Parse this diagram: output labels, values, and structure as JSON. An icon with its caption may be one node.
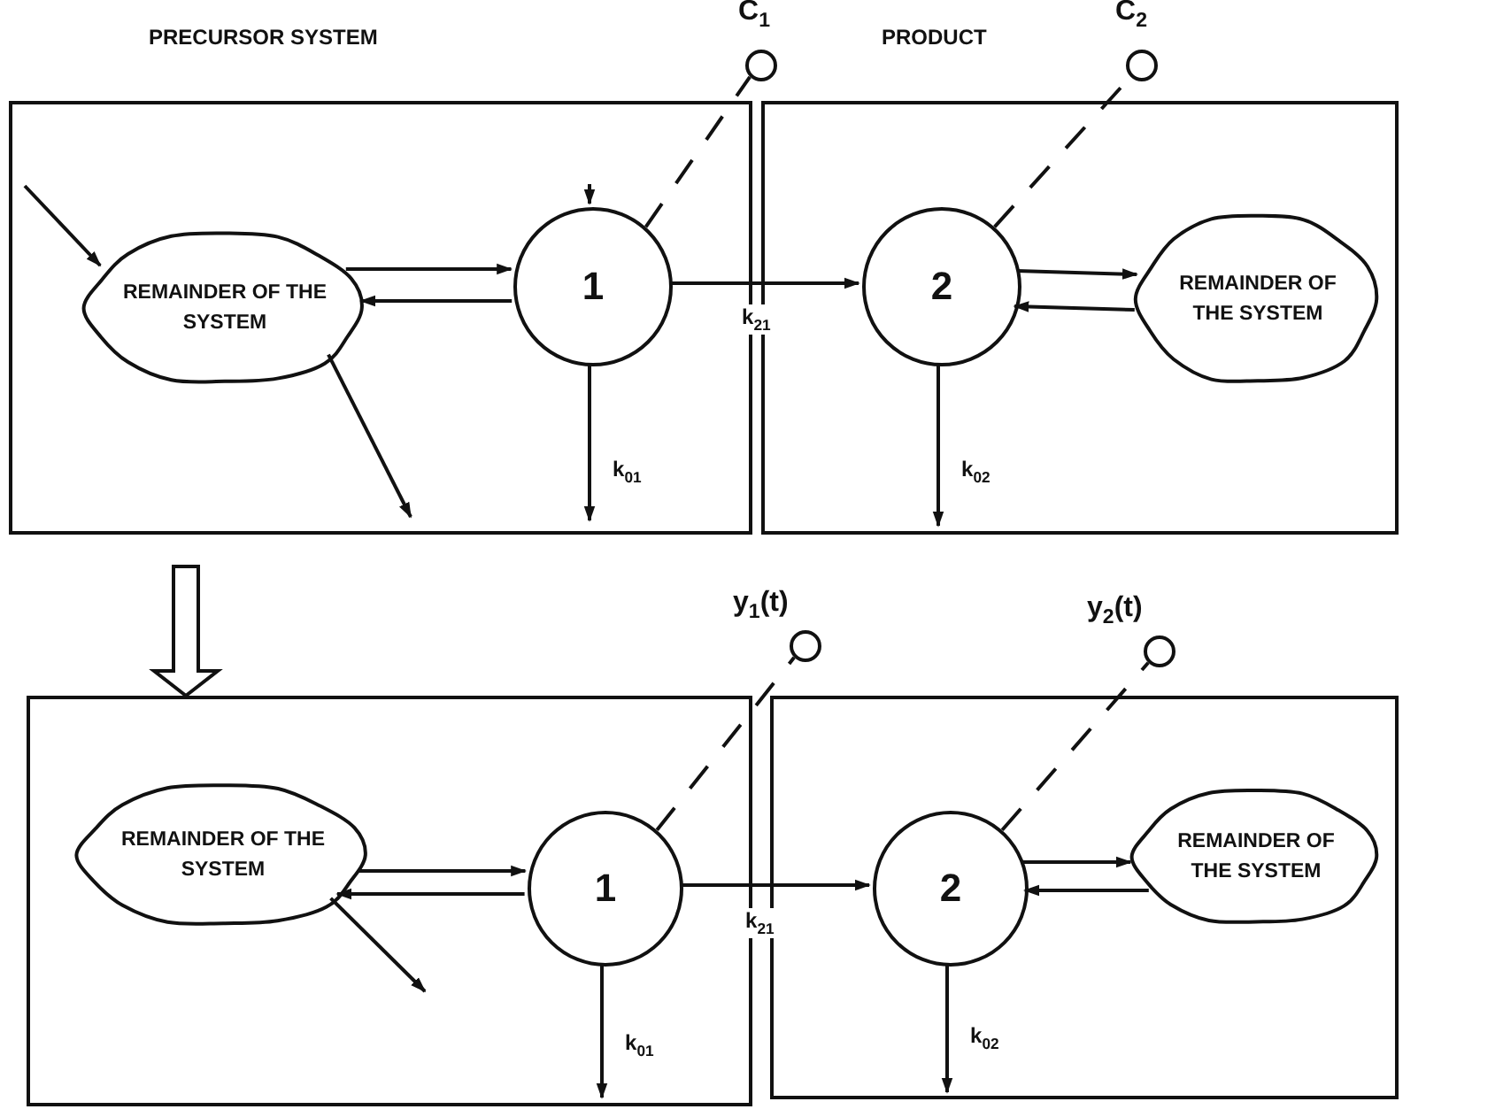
{
  "diagram": {
    "nodes": [
      {
        "text": [],
        "shape": "box"
      },
      {
        "text": [
          "REMAINDER OF THE SYSTEM"
        ],
        "in": 0
      },
      {
        "text": [
          "1"
        ],
        "in": 0
      },
      {
        "text": [],
        "shape": "circle",
        "beside": [
          "C$_{1}$"
        ]
      },
      {
        "text": [],
        "shape": "box"
      },
      {
        "text": [
          "2"
        ],
        "in": 4
      },
      {
        "text": [
          "REMAINDER OF THE SYSTEM"
        ],
        "in": 4
      },
      {
        "text": [],
        "shape": "circle",
        "beside": [
          "C$_{2}$"
        ]
      },
      {
        "text": [],
        "shape": "box"
      },
      {
        "text": [
          "REMAINDER OF THE SYSTEM"
        ],
        "in": 8
      },
      {
        "text": [
          "1"
        ],
        "in": 8
      },
      {
        "text": [],
        "shape": "circle",
        "beside": [
          "y$_{1}$(t)"
        ]
      },
      {
        "text": [],
        "shape": "box"
      },
      {
        "text": [
          "2"
        ],
        "in": 12
      },
      {
        "text": [
          "REMAINDER OF THE SYSTEM"
        ],
        "in": 12
      },
      {
        "text": [],
        "shape": "circle",
        "beside": [
          "y$_{2}$(t)"
        ]
      }
    ],
    "edges": [
      {
        "from": null,
        "to": 1,
        "arrow": "to"
      },
      {
        "from": 1,
        "to": null,
        "arrow": "to"
      },
      {
        "from": null,
        "to": 2,
        "arrow": "to"
      },
      {
        "from": 1,
        "to": 2,
        "arrow": "to"
      },
      {
        "from": 2,
        "to": 1,
        "arrow": "to"
      },
      {
        "from": 2,
        "to": null,
        "arrow": "to",
        "label": "k$_{01}$"
      },
      {
        "from": 2,
        "to": 3,
        "arrow": "none",
        "style": "dashed"
      },
      {
        "from": 2,
        "to": 5,
        "arrow": "to",
        "label": "k$_{21}$"
      },
      {
        "from": 5,
        "to": null,
        "arrow": "to",
        "label": "k$_{02}$"
      },
      {
        "from": 5,
        "to": 6,
        "arrow": "to"
      },
      {
        "from": 6,
        "to": 5,
        "arrow": "to"
      },
      {
        "from": 5,
        "to": 7,
        "arrow": "none",
        "style": "dashed"
      },
      {
        "from": 0,
        "to": 8,
        "arrow": "to",
        "style": "thick"
      },
      {
        "from": 9,
        "to": 10,
        "arrow": "to"
      },
      {
        "from": 10,
        "to": 9,
        "arrow": "to"
      },
      {
        "from": 9,
        "to": null,
        "arrow": "to"
      },
      {
        "from": 10,
        "to": null,
        "arrow": "to",
        "label": "k$_{01}$"
      },
      {
        "from": 10,
        "to": 11,
        "arrow": "none",
        "style": "dashed"
      },
      {
        "from": 10,
        "to": 13,
        "arrow": "to",
        "label": "k$_{21}$"
      },
      {
        "from": 13,
        "to": null,
        "arrow": "to",
        "label": "k$_{02}$"
      },
      {
        "from": 13,
        "to": 14,
        "arrow": "to"
      },
      {
        "from": 14,
        "to": 13,
        "arrow": "to"
      },
      {
        "from": 13,
        "to": 15,
        "arrow": "none",
        "style": "dashed"
      }
    ],
    "labels": [
      "PRECURSOR SYSTEM",
      "PRODUCT"
    ]
  }
}
